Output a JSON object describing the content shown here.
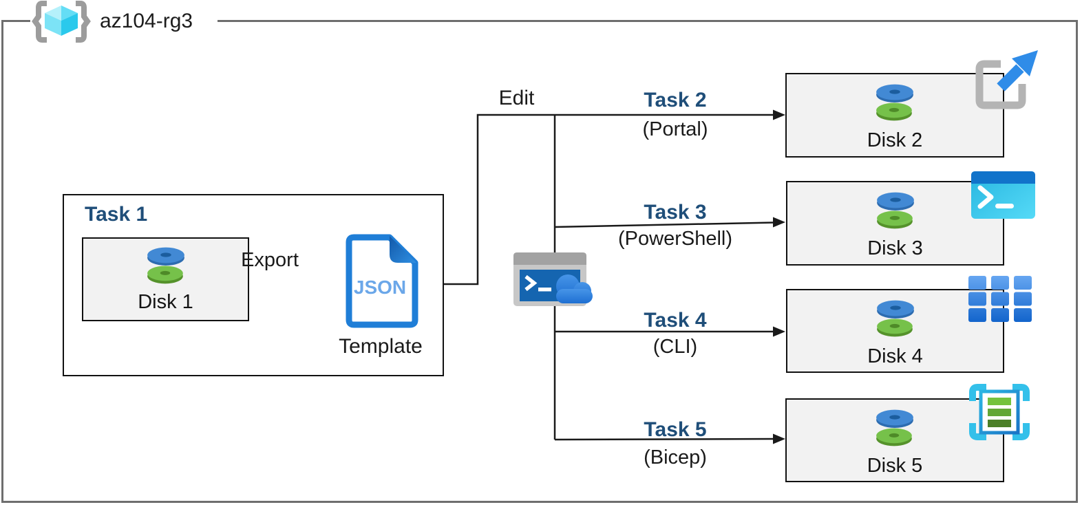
{
  "resource_group": {
    "label": "az104-rg3"
  },
  "task1": {
    "title": "Task 1",
    "disk_label": "Disk 1"
  },
  "export_label": "Export",
  "template": {
    "doc_text": "JSON",
    "caption": "Template"
  },
  "edit_label": "Edit",
  "branches": [
    {
      "task": "Task 2",
      "method": "(Portal)",
      "disk_label": "Disk 2",
      "icon": "portal-launch-icon"
    },
    {
      "task": "Task 3",
      "method": "(PowerShell)",
      "disk_label": "Disk 3",
      "icon": "powershell-icon"
    },
    {
      "task": "Task 4",
      "method": "(CLI)",
      "disk_label": "Disk 4",
      "icon": "cli-grid-icon"
    },
    {
      "task": "Task 5",
      "method": "(Bicep)",
      "disk_label": "Disk 5",
      "icon": "bicep-template-icon"
    }
  ],
  "icons": {
    "resource_group": "resource-group-braces-cube-icon",
    "disk": "managed-disk-icon",
    "json_document": "json-template-document-icon",
    "cloud_shell": "cloud-shell-terminal-icon"
  },
  "colors": {
    "task_label_navy": "#1f4e79",
    "line_black": "#1a1a1a",
    "box_fill_gray": "#f2f2f2",
    "frame_gray": "#6e6e6e",
    "azure_blue": "#2f8ce8",
    "powershell_cyan": "#3fcdf0",
    "disk_blue": "#4289d4",
    "disk_green": "#76c14a",
    "json_border_blue": "#1f7ed7",
    "cube_cyan": "#64ddf5"
  }
}
